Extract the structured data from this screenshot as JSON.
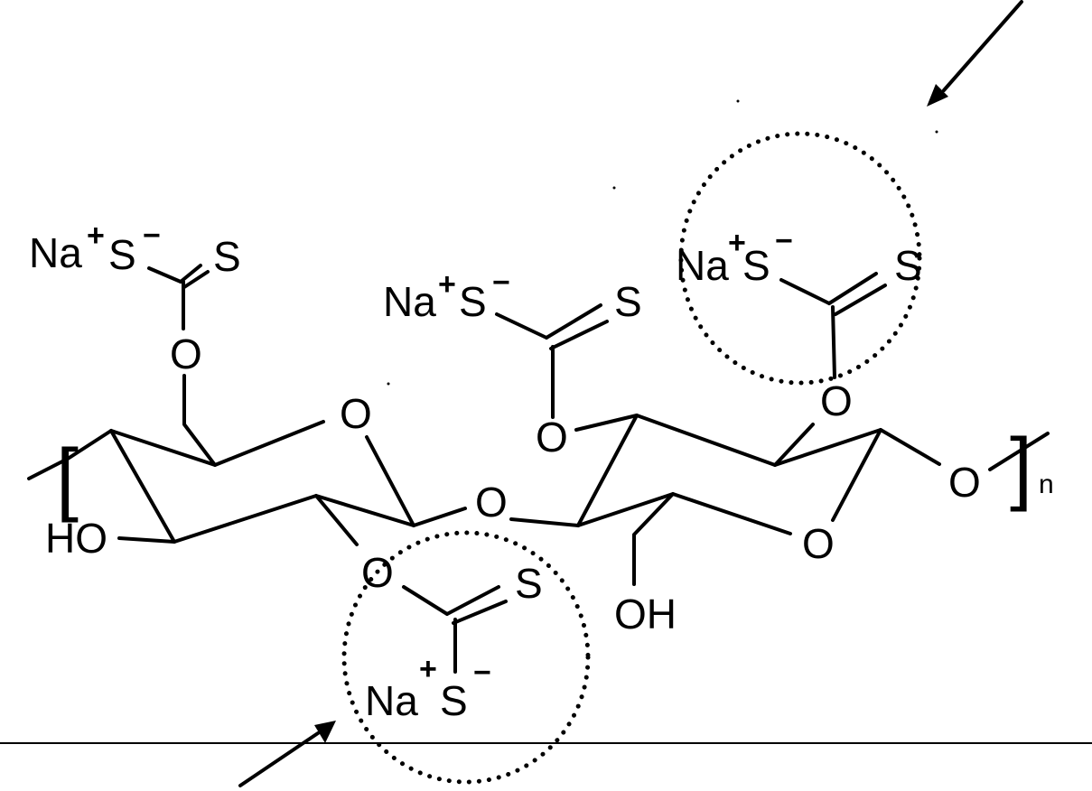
{
  "diagram": {
    "type": "chemical-structure",
    "subject": "sodium cellulose xanthate repeat unit",
    "repeat_subscript": "n",
    "atoms": {
      "na": "Na",
      "plus": "+",
      "minus": "−",
      "s": "S",
      "o": "O",
      "ho": "HO",
      "oh": "OH"
    },
    "groups": [
      {
        "id": "xanthate-top-left",
        "label": "Na+ S- C(=S) O",
        "highlighted": false
      },
      {
        "id": "xanthate-top-middle",
        "label": "Na+ S- C(=S) O",
        "highlighted": false
      },
      {
        "id": "xanthate-top-right",
        "label": "Na+ S- C(=S) O",
        "highlighted": true
      },
      {
        "id": "xanthate-bottom",
        "label": "Na+ S- C(=S) O",
        "highlighted": true
      }
    ],
    "hydroxyls": [
      "HO",
      "OH"
    ],
    "annotations": [
      {
        "type": "arrow",
        "points_to": "xanthate-top-right",
        "direction": "down-left"
      },
      {
        "type": "arrow",
        "points_to": "xanthate-bottom",
        "direction": "up-right"
      },
      {
        "type": "dotted-circle",
        "around": "xanthate-top-right"
      },
      {
        "type": "dotted-circle",
        "around": "xanthate-bottom"
      }
    ]
  }
}
